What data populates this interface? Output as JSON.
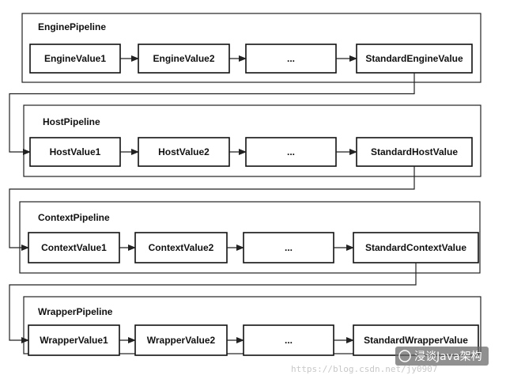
{
  "pipelines": [
    {
      "title": "EnginePipeline",
      "valves": [
        "EngineValue1",
        "EngineValue2",
        "...",
        "StandardEngineValue"
      ]
    },
    {
      "title": "HostPipeline",
      "valves": [
        "HostValue1",
        "HostValue2",
        "...",
        "StandardHostValue"
      ]
    },
    {
      "title": "ContextPipeline",
      "valves": [
        "ContextValue1",
        "ContextValue2",
        "...",
        "StandardContextValue"
      ]
    },
    {
      "title": "WrapperPipeline",
      "valves": [
        "WrapperValue1",
        "WrapperValue2",
        "...",
        "StandardWrapperValue"
      ]
    }
  ],
  "watermark": {
    "url": "https://blog.csdn.net/jy0907",
    "brand": "浸谈Java架构"
  },
  "colors": {
    "stroke": "#111111",
    "background": "#ffffff"
  }
}
